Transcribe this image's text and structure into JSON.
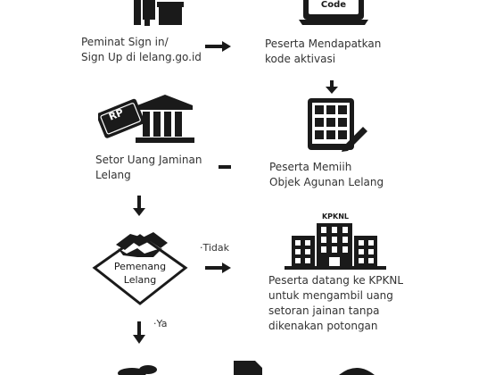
{
  "steps": {
    "signin": {
      "line1": "Peminat Sign in/",
      "line2": "Sign Up di lelang.go.id"
    },
    "code": {
      "line1": "Peserta Mendapatkan",
      "line2": "kode aktivasi",
      "screen_label": "Code"
    },
    "deposit": {
      "line1": "Setor Uang Jaminan",
      "line2": "Lelang",
      "note_label": "RP"
    },
    "choose": {
      "line1": "Peserta Memiih",
      "line2": "Objek Agunan Lelang"
    },
    "winner": {
      "line1": "Pemenang",
      "line2": "Lelang"
    },
    "kpknl": {
      "building_label": "KPKNL",
      "line1": "Peserta datang ke KPKNL",
      "line2": "untuk mengambil uang",
      "line3": "setoran jainan tanpa",
      "line4": "dikenakan potongan"
    }
  },
  "branches": {
    "no": "·Tidak",
    "yes": "·Ya"
  },
  "icons": [
    "person-at-desk-icon",
    "laptop-code-icon",
    "money-bank-icon",
    "tablet-catalog-icon",
    "handshake-icon",
    "kpknl-building-icon",
    "arrow-icon",
    "coins-icon",
    "document-icon",
    "graduation-cap-icon"
  ]
}
